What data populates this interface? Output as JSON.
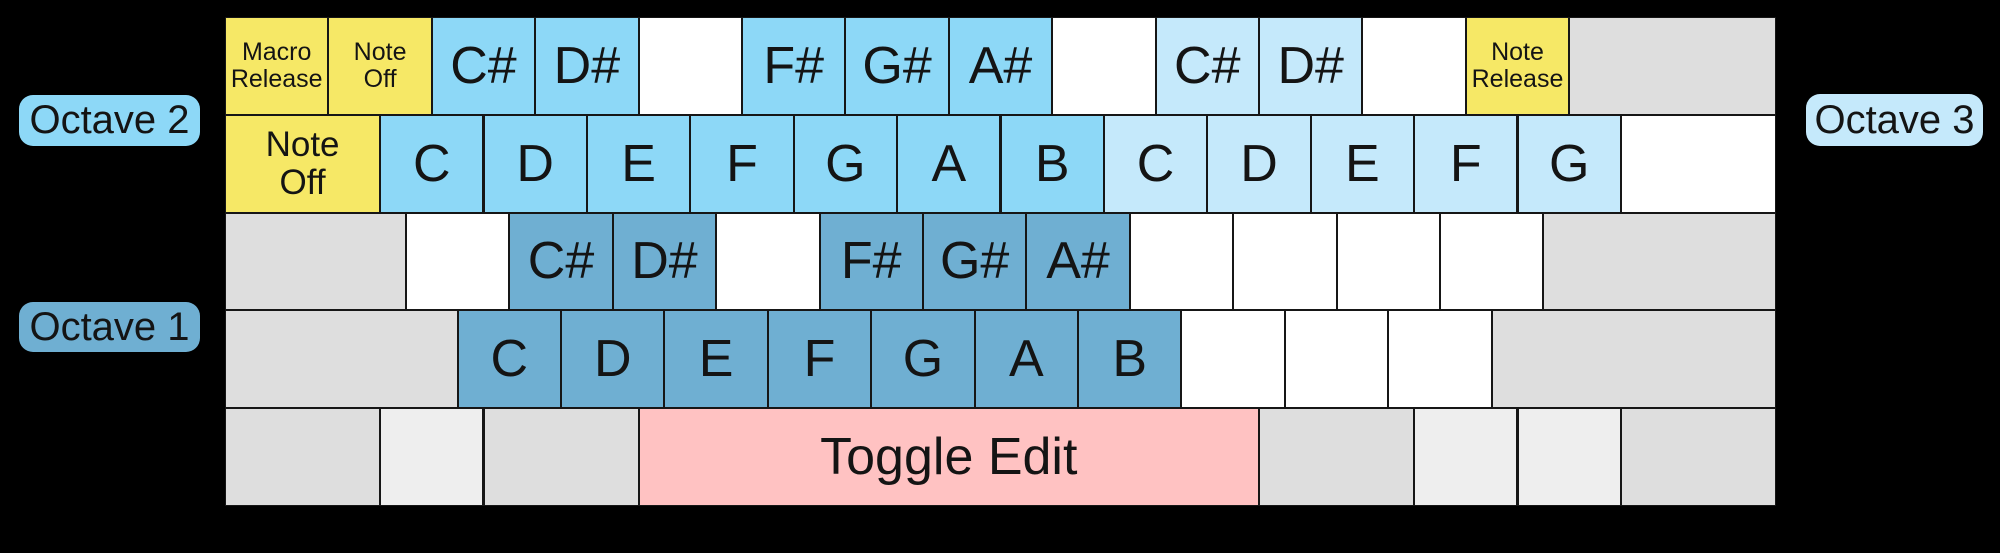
{
  "colors": {
    "yellow": "#F6E866",
    "oct1": "#6FAFD2",
    "oct2": "#8DD8F7",
    "oct3": "#C5E9FB",
    "blank": "#FFFFFF",
    "gray": "#DEDEDE",
    "grayLight": "#EEEEEE",
    "pink": "#FFC2C2"
  },
  "badges": {
    "octave2": {
      "label": "Octave 2",
      "color": "#8DD8F7"
    },
    "octave1": {
      "label": "Octave 1",
      "color": "#6FAFD2"
    },
    "octave3": {
      "label": "Octave 3",
      "color": "#C5E9FB"
    }
  },
  "keyboard": {
    "rows": [
      {
        "keys": [
          {
            "name": "key-macro-release",
            "label": "Macro\nRelease",
            "c": "yellow",
            "w": 1,
            "fs": "small"
          },
          {
            "name": "key-note-off",
            "label": "Note\nOff",
            "c": "yellow",
            "w": 1,
            "fs": "small"
          },
          {
            "name": "key-csharp-oct2",
            "label": "C#",
            "c": "oct2",
            "w": 1
          },
          {
            "name": "key-dsharp-oct2",
            "label": "D#",
            "c": "oct2",
            "w": 1
          },
          {
            "name": "key-blank",
            "label": "",
            "c": "blank",
            "w": 1
          },
          {
            "name": "key-fsharp-oct2",
            "label": "F#",
            "c": "oct2",
            "w": 1
          },
          {
            "name": "key-gsharp-oct2",
            "label": "G#",
            "c": "oct2",
            "w": 1
          },
          {
            "name": "key-asharp-oct2",
            "label": "A#",
            "c": "oct2",
            "w": 1
          },
          {
            "name": "key-blank",
            "label": "",
            "c": "blank",
            "w": 1
          },
          {
            "name": "key-csharp-oct3",
            "label": "C#",
            "c": "oct3",
            "w": 1
          },
          {
            "name": "key-dsharp-oct3",
            "label": "D#",
            "c": "oct3",
            "w": 1
          },
          {
            "name": "key-blank",
            "label": "",
            "c": "blank",
            "w": 1
          },
          {
            "name": "key-note-release",
            "label": "Note\nRelease",
            "c": "yellow",
            "w": 1,
            "fs": "small"
          },
          {
            "name": "key-unassigned",
            "label": "",
            "c": "gray",
            "w": 2
          }
        ]
      },
      {
        "keys": [
          {
            "name": "key-note-off-wide",
            "label": "Note\nOff",
            "c": "yellow",
            "w": 1.5,
            "fs": "mid"
          },
          {
            "name": "key-c-oct2",
            "label": "C",
            "c": "oct2",
            "w": 1
          },
          {
            "name": "key-d-oct2",
            "label": "D",
            "c": "oct2",
            "w": 1
          },
          {
            "name": "key-e-oct2",
            "label": "E",
            "c": "oct2",
            "w": 1
          },
          {
            "name": "key-f-oct2",
            "label": "F",
            "c": "oct2",
            "w": 1
          },
          {
            "name": "key-g-oct2",
            "label": "G",
            "c": "oct2",
            "w": 1
          },
          {
            "name": "key-a-oct2",
            "label": "A",
            "c": "oct2",
            "w": 1
          },
          {
            "name": "key-b-oct2",
            "label": "B",
            "c": "oct2",
            "w": 1
          },
          {
            "name": "key-c-oct3",
            "label": "C",
            "c": "oct3",
            "w": 1
          },
          {
            "name": "key-d-oct3",
            "label": "D",
            "c": "oct3",
            "w": 1
          },
          {
            "name": "key-e-oct3",
            "label": "E",
            "c": "oct3",
            "w": 1
          },
          {
            "name": "key-f-oct3",
            "label": "F",
            "c": "oct3",
            "w": 1
          },
          {
            "name": "key-g-oct3",
            "label": "G",
            "c": "oct3",
            "w": 1
          },
          {
            "name": "key-blank",
            "label": "",
            "c": "blank",
            "w": 1.5
          }
        ]
      },
      {
        "keys": [
          {
            "name": "key-unassigned",
            "label": "",
            "c": "gray",
            "w": 1.75
          },
          {
            "name": "key-blank",
            "label": "",
            "c": "blank",
            "w": 1
          },
          {
            "name": "key-csharp-oct1",
            "label": "C#",
            "c": "oct1",
            "w": 1
          },
          {
            "name": "key-dsharp-oct1",
            "label": "D#",
            "c": "oct1",
            "w": 1
          },
          {
            "name": "key-blank",
            "label": "",
            "c": "blank",
            "w": 1
          },
          {
            "name": "key-fsharp-oct1",
            "label": "F#",
            "c": "oct1",
            "w": 1
          },
          {
            "name": "key-gsharp-oct1",
            "label": "G#",
            "c": "oct1",
            "w": 1
          },
          {
            "name": "key-asharp-oct1",
            "label": "A#",
            "c": "oct1",
            "w": 1
          },
          {
            "name": "key-blank",
            "label": "",
            "c": "blank",
            "w": 1
          },
          {
            "name": "key-blank",
            "label": "",
            "c": "blank",
            "w": 1
          },
          {
            "name": "key-blank",
            "label": "",
            "c": "blank",
            "w": 1
          },
          {
            "name": "key-blank",
            "label": "",
            "c": "blank",
            "w": 1
          },
          {
            "name": "key-unassigned",
            "label": "",
            "c": "gray",
            "w": 2.25
          }
        ]
      },
      {
        "keys": [
          {
            "name": "key-unassigned",
            "label": "",
            "c": "gray",
            "w": 2.25
          },
          {
            "name": "key-c-oct1",
            "label": "C",
            "c": "oct1",
            "w": 1
          },
          {
            "name": "key-d-oct1",
            "label": "D",
            "c": "oct1",
            "w": 1
          },
          {
            "name": "key-e-oct1",
            "label": "E",
            "c": "oct1",
            "w": 1
          },
          {
            "name": "key-f-oct1",
            "label": "F",
            "c": "oct1",
            "w": 1
          },
          {
            "name": "key-g-oct1",
            "label": "G",
            "c": "oct1",
            "w": 1
          },
          {
            "name": "key-a-oct1",
            "label": "A",
            "c": "oct1",
            "w": 1
          },
          {
            "name": "key-b-oct1",
            "label": "B",
            "c": "oct1",
            "w": 1
          },
          {
            "name": "key-blank",
            "label": "",
            "c": "blank",
            "w": 1
          },
          {
            "name": "key-blank",
            "label": "",
            "c": "blank",
            "w": 1
          },
          {
            "name": "key-blank",
            "label": "",
            "c": "blank",
            "w": 1
          },
          {
            "name": "key-unassigned",
            "label": "",
            "c": "gray",
            "w": 2.75
          }
        ]
      },
      {
        "keys": [
          {
            "name": "key-unassigned",
            "label": "",
            "c": "gray",
            "w": 1.5
          },
          {
            "name": "key-unassigned",
            "label": "",
            "c": "grayLight",
            "w": 1
          },
          {
            "name": "key-unassigned",
            "label": "",
            "c": "gray",
            "w": 1.5
          },
          {
            "name": "key-toggle-edit",
            "label": "Toggle Edit",
            "c": "pink",
            "w": 6
          },
          {
            "name": "key-unassigned",
            "label": "",
            "c": "gray",
            "w": 1.5
          },
          {
            "name": "key-unassigned",
            "label": "",
            "c": "grayLight",
            "w": 1
          },
          {
            "name": "key-unassigned",
            "label": "",
            "c": "grayLight",
            "w": 1
          },
          {
            "name": "key-unassigned",
            "label": "",
            "c": "gray",
            "w": 1.5
          }
        ]
      }
    ]
  }
}
